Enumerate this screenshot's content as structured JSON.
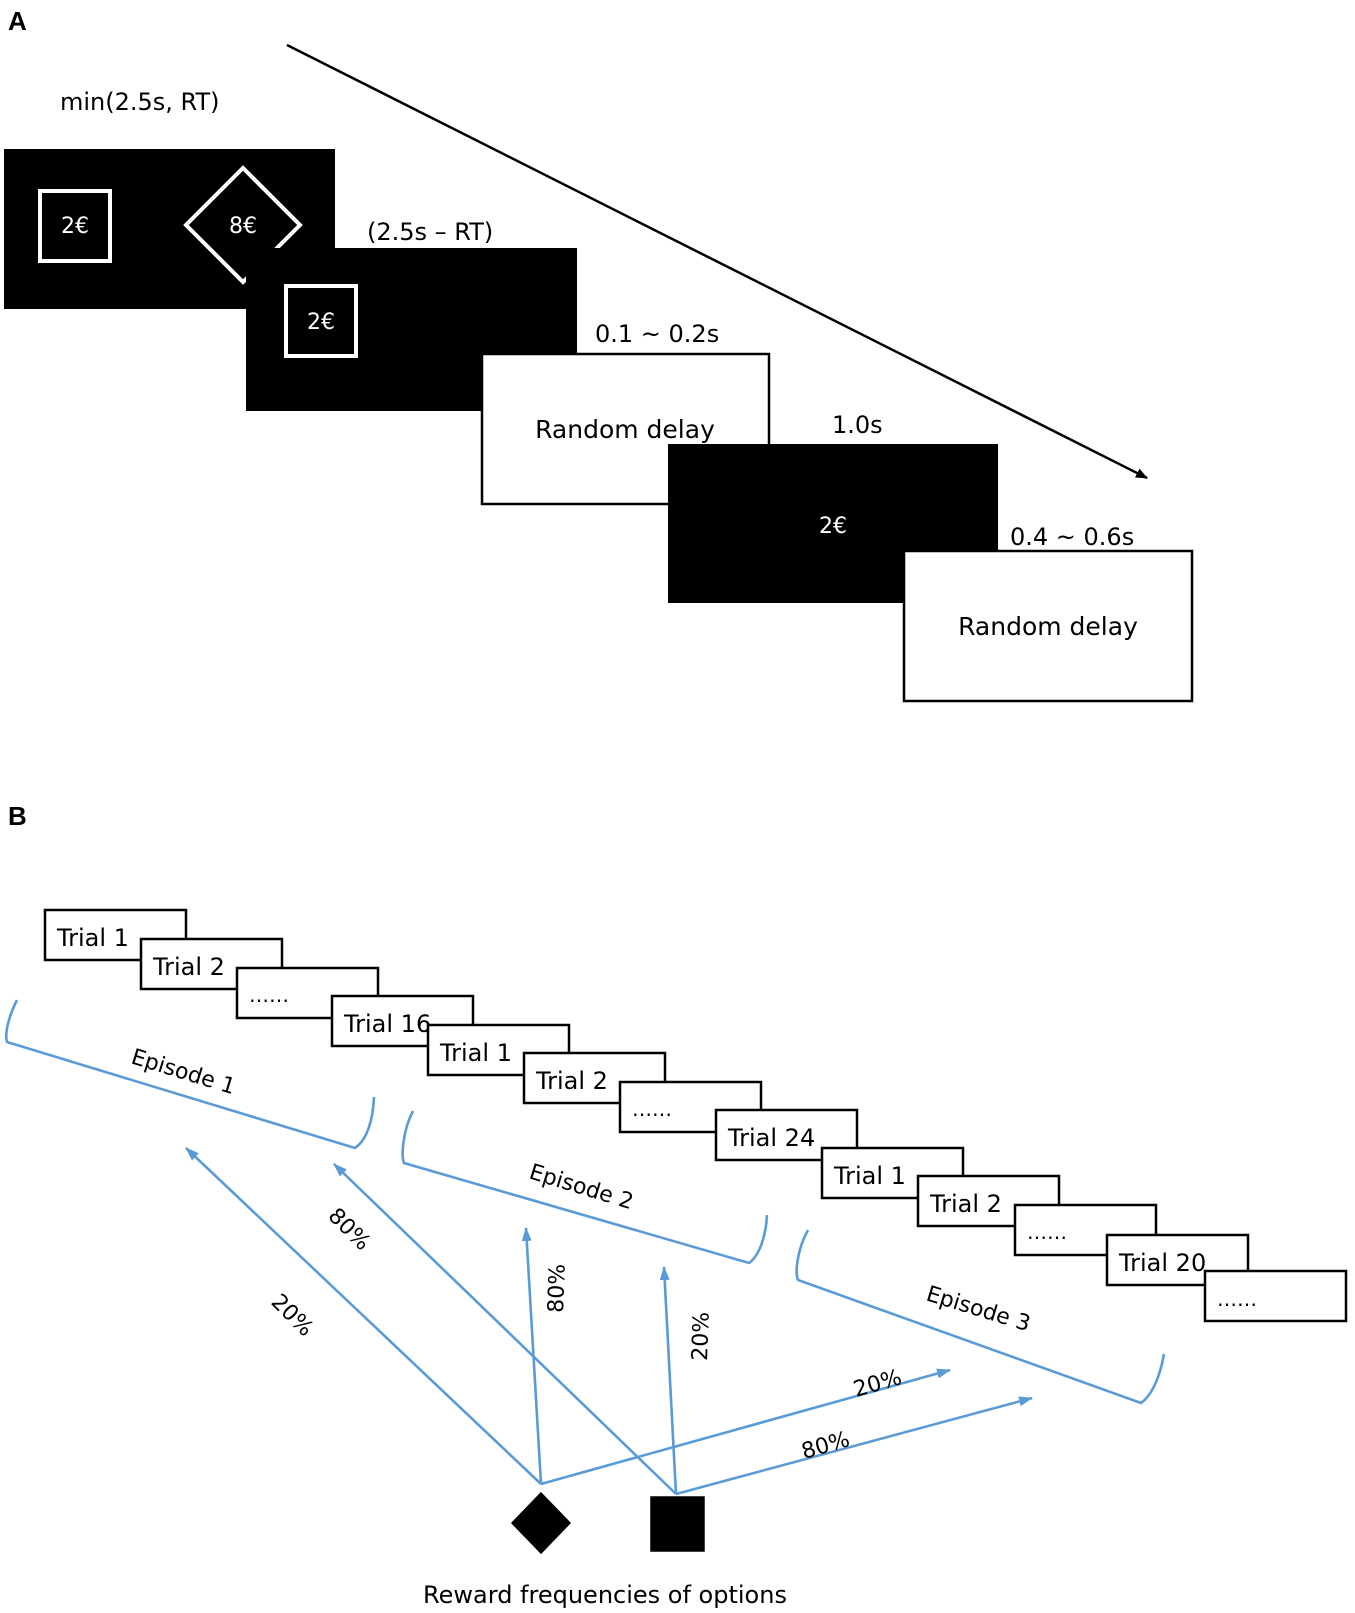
{
  "panel_a": {
    "label": "A",
    "timing_choice": "min(2.5s, RT)",
    "timing_selected": "(2.5s – RT)",
    "timing_delay1": "0.1 ~ 0.2s",
    "timing_outcome": "1.0s",
    "timing_delay2": "0.4 ~ 0.6s",
    "option_square_value": "2€",
    "option_diamond_value": "8€",
    "selected_value": "2€",
    "outcome_value": "2€",
    "delay_label_1": "Random delay",
    "delay_label_2": "Random delay"
  },
  "panel_b": {
    "label": "B",
    "trials": [
      "Trial 1",
      "Trial 2",
      "……",
      "Trial 16",
      "Trial 1",
      "Trial 2",
      "……",
      "Trial 24",
      "Trial 1",
      "Trial 2",
      "……",
      "Trial 20",
      "……"
    ],
    "episodes": [
      "Episode 1",
      "Episode 2",
      "Episode 3"
    ],
    "diamond_freqs": [
      "20%",
      "80%",
      "20%"
    ],
    "square_freqs": [
      "80%",
      "20%",
      "80%"
    ],
    "caption": "Reward frequencies of options",
    "arrow_color": "#5b9bd5"
  }
}
